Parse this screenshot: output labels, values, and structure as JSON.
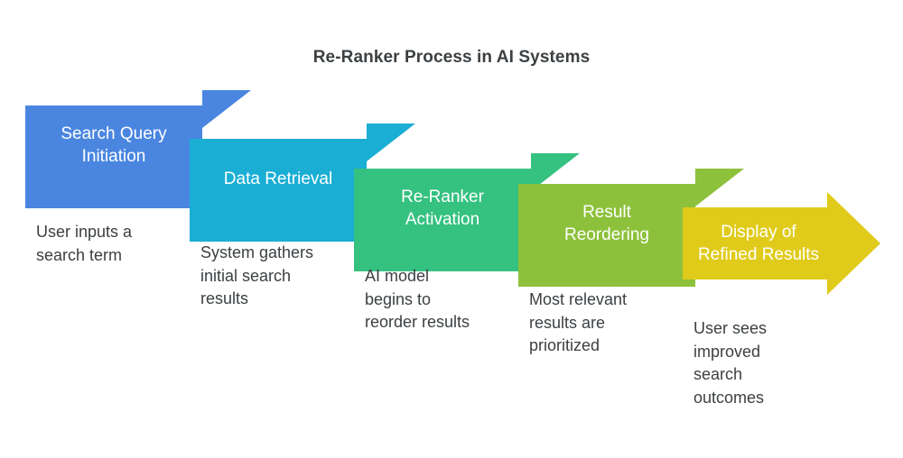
{
  "title": "Re-Ranker Process in AI Systems",
  "diagram": {
    "type": "stepped-chevron-process",
    "background": "#ffffff",
    "title_color": "#3c4043",
    "caption_color": "#3c4043",
    "label_color": "#ffffff",
    "stages": [
      {
        "index": 1,
        "label": "Search Query\nInitiation",
        "caption": "User inputs a\nsearch term",
        "color": "#4a86e0",
        "has_arrow_head": false,
        "has_fold_tab": true
      },
      {
        "index": 2,
        "label": "Data Retrieval",
        "caption": "System gathers\ninitial search\nresults",
        "color": "#1aaed4",
        "has_arrow_head": false,
        "has_fold_tab": true
      },
      {
        "index": 3,
        "label": "Re-Ranker\nActivation",
        "caption": "AI model\nbegins to\nreorder results",
        "color": "#35c180",
        "has_arrow_head": false,
        "has_fold_tab": true
      },
      {
        "index": 4,
        "label": "Result\nReordering",
        "caption": "Most relevant\nresults are\nprioritized",
        "color": "#8dc13b",
        "has_arrow_head": false,
        "has_fold_tab": true
      },
      {
        "index": 5,
        "label": "Display of\nRefined Results",
        "caption": "User sees\nimproved\nsearch\noutcomes",
        "color": "#e0cb1b",
        "has_arrow_head": true,
        "has_fold_tab": false
      }
    ]
  }
}
